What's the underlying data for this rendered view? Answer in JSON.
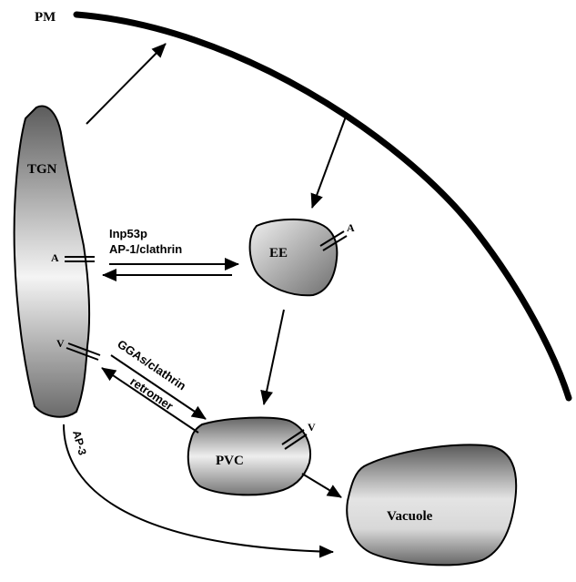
{
  "compartments": {
    "pm": "PM",
    "tgn": "TGN",
    "ee": "EE",
    "pvc": "PVC",
    "vacuole": "Vacuole"
  },
  "markers": {
    "tgn_a": "A",
    "tgn_v": "V",
    "ee_a": "A",
    "pvc_v": "V"
  },
  "pathway_labels": {
    "inp53p": "Inp53p",
    "ap1_clathrin": "AP-1/clathrin",
    "ggas_clathrin": "GGAs/clathrin",
    "retromer": "retromer",
    "ap3": "AP-3"
  },
  "colors": {
    "organelle_dark": "#555555",
    "organelle_light": "#f2f2f2"
  }
}
